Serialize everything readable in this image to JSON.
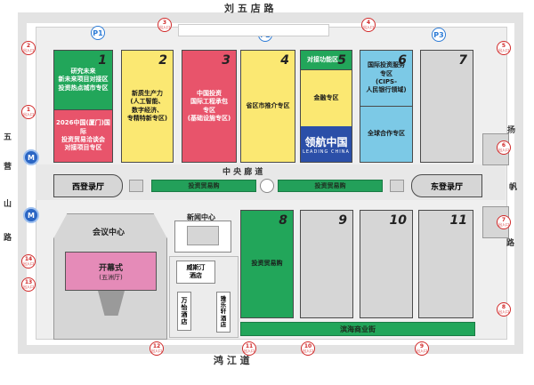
{
  "streets": {
    "north": "刘 五 店 路",
    "south": "鸿 江 道",
    "west": [
      "五",
      "营",
      "山",
      "路"
    ],
    "east": [
      "扬",
      "帆",
      "路"
    ],
    "central_corridor": "中 央 廊 道",
    "binhai_street": "滨海商业街"
  },
  "halls": [
    {
      "num": "1",
      "top_label": "研究未来\n新未来项目对接区\n投资热点城市专区",
      "bottom_label": "2026中国(厦门)国际\n投资贸易洽谈会\n对接项目专区",
      "color": "#22a65a",
      "bottom_color": "#e8546b"
    },
    {
      "num": "2",
      "label": "新质生产力\n(人工智能、\n数字经济、\n专精特新专区)",
      "color": "#fbe872"
    },
    {
      "num": "3",
      "label": "中国投资\n国际工程承包\n专区\n(基础设施专区)",
      "color": "#e8546b"
    },
    {
      "num": "4",
      "label": "省区市推介专区",
      "color": "#fbe872"
    },
    {
      "num": "5",
      "top_label": "对接功能区",
      "middle_label": "金融专区",
      "brand": "领航中国",
      "brand_en": "LEADING CHINA",
      "color": "#fbe872",
      "top_color": "#22a65a",
      "brand_color": "#2b4fa8"
    },
    {
      "num": "6",
      "top_label": "国际投资服务\n专区\n(CIPS-\n人民银行领域)",
      "bottom_label": "全球合作专区",
      "color": "#7cc9e6"
    },
    {
      "num": "7",
      "label": "",
      "color": "#d6d6d6"
    },
    {
      "num": "8",
      "label": "投资贸易购",
      "color": "#22a65a"
    },
    {
      "num": "9",
      "label": "",
      "color": "#d6d6d6"
    },
    {
      "num": "10",
      "label": "",
      "color": "#d6d6d6"
    },
    {
      "num": "11",
      "label": "",
      "color": "#d6d6d6"
    }
  ],
  "corridor_shops": {
    "left": "投资贸易购",
    "right": "投资贸易购"
  },
  "west_hall": "西登录厅",
  "east_hall": "东登录厅",
  "conference_center": "会议中心",
  "opening_ceremony": {
    "title": "开幕式",
    "subtitle": "(五洲厅)"
  },
  "press_center": "新闻中心",
  "hotels": {
    "westin": "威斯汀\n酒店",
    "wanyi": "万\n怡\n酒\n店",
    "yale": "雅\n乐\n轩\n酒\n店"
  },
  "parking": [
    "P1",
    "P2",
    "P3"
  ],
  "metro_icon": "metro-icon",
  "gates": [
    {
      "num": "3",
      "label": "出入口"
    },
    {
      "num": "4",
      "label": "出入口"
    },
    {
      "num": "2",
      "label": "出入口"
    },
    {
      "num": "5",
      "label": "出入口"
    },
    {
      "num": "1",
      "label": "出入口"
    },
    {
      "num": "6",
      "label": "出入口"
    },
    {
      "num": "7",
      "label": "出入口"
    },
    {
      "num": "8",
      "label": "出入口"
    },
    {
      "num": "14",
      "label": "出入口"
    },
    {
      "num": "13",
      "label": "出入口"
    },
    {
      "num": "12",
      "label": "出入口"
    },
    {
      "num": "11",
      "label": "出入口"
    },
    {
      "num": "10",
      "label": "出入口"
    },
    {
      "num": "9",
      "label": "出入口"
    }
  ],
  "colors": {
    "green": "#22a65a",
    "yellow": "#fbe872",
    "red": "#e8546b",
    "blue": "#7cc9e6",
    "gray": "#d6d6d6",
    "pink": "#e58bb8"
  }
}
